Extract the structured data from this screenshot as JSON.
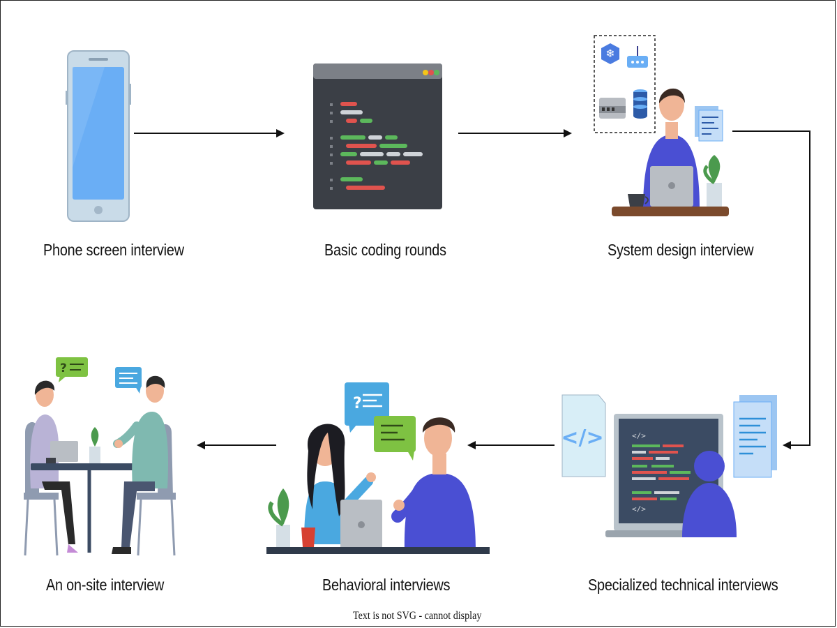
{
  "steps": {
    "phone_screen": "Phone screen interview",
    "coding_rounds": "Basic coding rounds",
    "system_design": "System design interview",
    "specialized": "Specialized technical interviews",
    "behavioral": "Behavioral interviews",
    "onsite": "An on-site interview"
  },
  "footer_note": "Text is not SVG - cannot display",
  "icons": {
    "phone": "smartphone-icon",
    "code_window": "code-editor-icon",
    "system_design": "developer-at-desk-icon",
    "specialized": "laptop-code-icon",
    "behavioral": "conversation-icon",
    "onsite": "meeting-table-icon"
  },
  "colors": {
    "screen_blue": "#6aaef5",
    "editor_dark": "#3b3f46",
    "accent_purple": "#4a4fd3",
    "code_green": "#5cb85c",
    "code_red": "#e0534e",
    "arrow": "#111111"
  }
}
